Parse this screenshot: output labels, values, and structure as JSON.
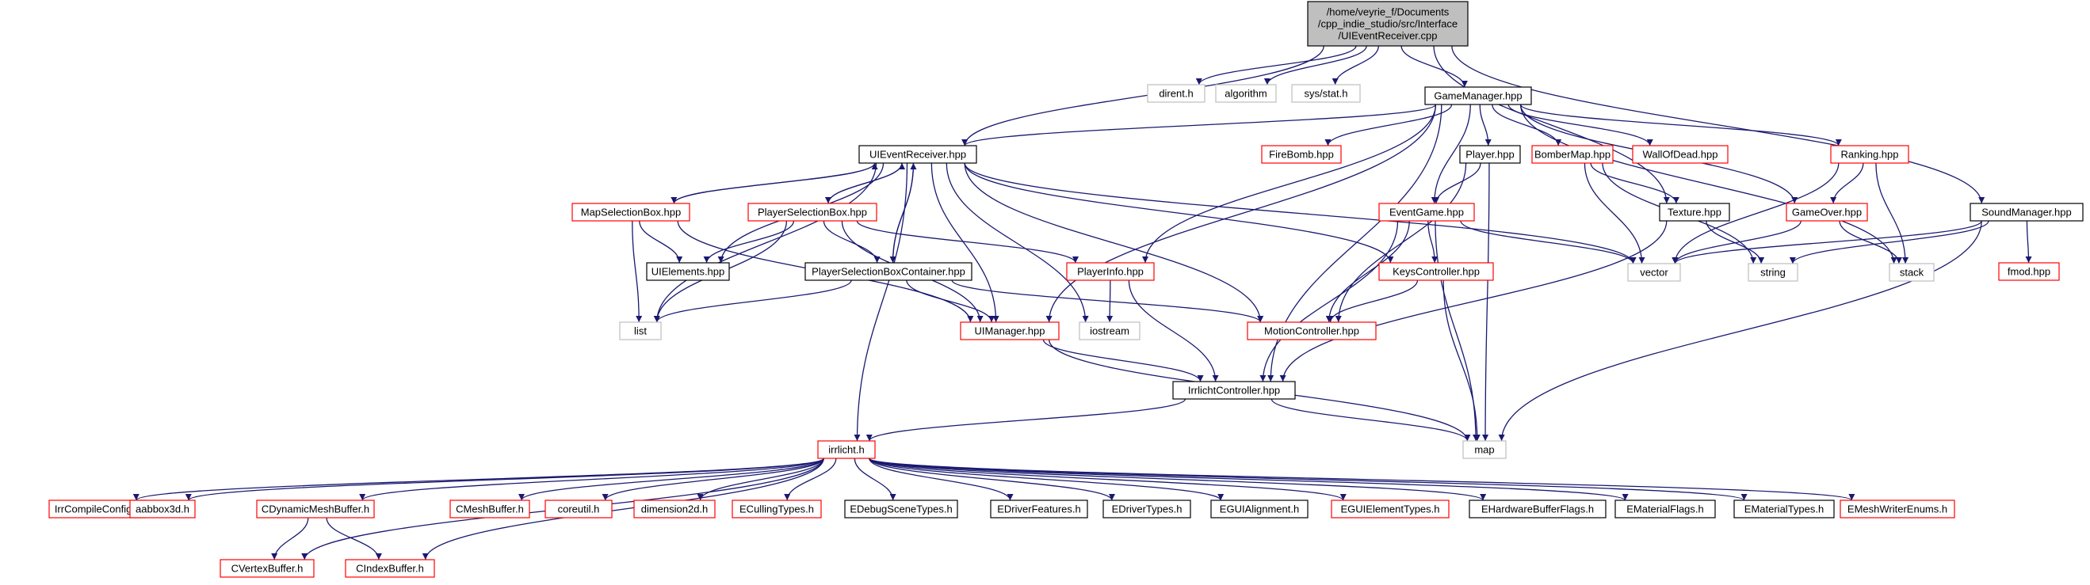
{
  "diagram": {
    "colors": {
      "edge": "#191970",
      "root_fill": "#bfbfbf",
      "node_fill": "#ffffff",
      "documented_border": "#000000",
      "undocumented_border": "#ff0000",
      "external_border": "#bfbfbf",
      "external_text": "#555555"
    },
    "nodes": [
      {
        "id": "root",
        "lines": [
          "/home/veyrie_f/Documents",
          "/cpp_indie_studio/src/Interface",
          "/UIEventReceiver.cpp"
        ],
        "kind": "root"
      },
      {
        "id": "dirent",
        "lines": [
          "dirent.h"
        ],
        "kind": "external"
      },
      {
        "id": "algorithm",
        "lines": [
          "algorithm"
        ],
        "kind": "external"
      },
      {
        "id": "sysstat",
        "lines": [
          "sys/stat.h"
        ],
        "kind": "external"
      },
      {
        "id": "gamemanager",
        "lines": [
          "GameManager.hpp"
        ],
        "kind": "documented"
      },
      {
        "id": "soundmanager",
        "lines": [
          "SoundManager.hpp"
        ],
        "kind": "documented"
      },
      {
        "id": "uieventreceiver",
        "lines": [
          "UIEventReceiver.hpp"
        ],
        "kind": "documented"
      },
      {
        "id": "firebomb",
        "lines": [
          "FireBomb.hpp"
        ],
        "kind": "undocumented"
      },
      {
        "id": "player",
        "lines": [
          "Player.hpp"
        ],
        "kind": "documented"
      },
      {
        "id": "bombermap",
        "lines": [
          "BomberMap.hpp"
        ],
        "kind": "undocumented"
      },
      {
        "id": "wallofdead",
        "lines": [
          "WallOfDead.hpp"
        ],
        "kind": "undocumented"
      },
      {
        "id": "ranking",
        "lines": [
          "Ranking.hpp"
        ],
        "kind": "undocumented"
      },
      {
        "id": "mapselectionbox",
        "lines": [
          "MapSelectionBox.hpp"
        ],
        "kind": "undocumented"
      },
      {
        "id": "playerselectionbox",
        "lines": [
          "PlayerSelectionBox.hpp"
        ],
        "kind": "undocumented"
      },
      {
        "id": "eventgame",
        "lines": [
          "EventGame.hpp"
        ],
        "kind": "undocumented"
      },
      {
        "id": "texture",
        "lines": [
          "Texture.hpp"
        ],
        "kind": "documented"
      },
      {
        "id": "gameover",
        "lines": [
          "GameOver.hpp"
        ],
        "kind": "undocumented"
      },
      {
        "id": "uielements",
        "lines": [
          "UIElements.hpp"
        ],
        "kind": "documented"
      },
      {
        "id": "psbcontainer",
        "lines": [
          "PlayerSelectionBoxContainer.hpp"
        ],
        "kind": "documented"
      },
      {
        "id": "playerinfo",
        "lines": [
          "PlayerInfo.hpp"
        ],
        "kind": "undocumented"
      },
      {
        "id": "keyscontroller",
        "lines": [
          "KeysController.hpp"
        ],
        "kind": "undocumented"
      },
      {
        "id": "vector",
        "lines": [
          "vector"
        ],
        "kind": "external"
      },
      {
        "id": "string",
        "lines": [
          "string"
        ],
        "kind": "external"
      },
      {
        "id": "stack",
        "lines": [
          "stack"
        ],
        "kind": "external"
      },
      {
        "id": "fmod",
        "lines": [
          "fmod.hpp"
        ],
        "kind": "undocumented"
      },
      {
        "id": "list",
        "lines": [
          "list"
        ],
        "kind": "external"
      },
      {
        "id": "iostream",
        "lines": [
          "iostream"
        ],
        "kind": "external"
      },
      {
        "id": "uimanager",
        "lines": [
          "UIManager.hpp"
        ],
        "kind": "undocumented"
      },
      {
        "id": "motioncontroller",
        "lines": [
          "MotionController.hpp"
        ],
        "kind": "undocumented"
      },
      {
        "id": "irrlichtcontroller",
        "lines": [
          "IrrlichtController.hpp"
        ],
        "kind": "documented"
      },
      {
        "id": "map",
        "lines": [
          "map"
        ],
        "kind": "external"
      },
      {
        "id": "irrlicht",
        "lines": [
          "irrlicht.h"
        ],
        "kind": "undocumented"
      },
      {
        "id": "irrcompileconfig",
        "lines": [
          "IrrCompileConfig.h"
        ],
        "kind": "undocumented"
      },
      {
        "id": "aabbox3d",
        "lines": [
          "aabbox3d.h"
        ],
        "kind": "undocumented"
      },
      {
        "id": "cdynamicmeshbuffer",
        "lines": [
          "CDynamicMeshBuffer.h"
        ],
        "kind": "undocumented"
      },
      {
        "id": "cmeshbuffer",
        "lines": [
          "CMeshBuffer.h"
        ],
        "kind": "undocumented"
      },
      {
        "id": "coreutil",
        "lines": [
          "coreutil.h"
        ],
        "kind": "undocumented"
      },
      {
        "id": "dimension2d",
        "lines": [
          "dimension2d.h"
        ],
        "kind": "undocumented"
      },
      {
        "id": "ecullingtypes",
        "lines": [
          "ECullingTypes.h"
        ],
        "kind": "undocumented"
      },
      {
        "id": "edebugscenetypes",
        "lines": [
          "EDebugSceneTypes.h"
        ],
        "kind": "documented"
      },
      {
        "id": "edriverfeatures",
        "lines": [
          "EDriverFeatures.h"
        ],
        "kind": "documented"
      },
      {
        "id": "edrivertypes",
        "lines": [
          "EDriverTypes.h"
        ],
        "kind": "documented"
      },
      {
        "id": "eguialignment",
        "lines": [
          "EGUIAlignment.h"
        ],
        "kind": "documented"
      },
      {
        "id": "eguielementtypes",
        "lines": [
          "EGUIElementTypes.h"
        ],
        "kind": "undocumented"
      },
      {
        "id": "ehardwarebufferflags",
        "lines": [
          "EHardwareBufferFlags.h"
        ],
        "kind": "documented"
      },
      {
        "id": "ematerialflags",
        "lines": [
          "EMaterialFlags.h"
        ],
        "kind": "documented"
      },
      {
        "id": "ematerialtypes",
        "lines": [
          "EMaterialTypes.h"
        ],
        "kind": "documented"
      },
      {
        "id": "emeshwriterenums",
        "lines": [
          "EMeshWriterEnums.h"
        ],
        "kind": "undocumented"
      },
      {
        "id": "cvertexbuffer",
        "lines": [
          "CVertexBuffer.h"
        ],
        "kind": "undocumented"
      },
      {
        "id": "cindexbuffer",
        "lines": [
          "CIndexBuffer.h"
        ],
        "kind": "undocumented"
      }
    ],
    "edges": [
      [
        "root",
        "dirent"
      ],
      [
        "root",
        "algorithm"
      ],
      [
        "root",
        "sysstat"
      ],
      [
        "root",
        "gamemanager"
      ],
      [
        "root",
        "uieventreceiver"
      ],
      [
        "root",
        "texture"
      ],
      [
        "root",
        "soundmanager"
      ],
      [
        "gamemanager",
        "uieventreceiver"
      ],
      [
        "gamemanager",
        "firebomb"
      ],
      [
        "gamemanager",
        "player"
      ],
      [
        "gamemanager",
        "bombermap"
      ],
      [
        "gamemanager",
        "wallofdead"
      ],
      [
        "gamemanager",
        "ranking"
      ],
      [
        "gamemanager",
        "eventgame"
      ],
      [
        "gamemanager",
        "gameover"
      ],
      [
        "gamemanager",
        "playerinfo"
      ],
      [
        "gamemanager",
        "uimanager"
      ],
      [
        "gamemanager",
        "irrlichtcontroller"
      ],
      [
        "gamemanager",
        "stack"
      ],
      [
        "uieventreceiver",
        "mapselectionbox"
      ],
      [
        "uieventreceiver",
        "playerselectionbox"
      ],
      [
        "uieventreceiver",
        "uielements"
      ],
      [
        "uieventreceiver",
        "psbcontainer"
      ],
      [
        "uieventreceiver",
        "uimanager"
      ],
      [
        "uieventreceiver",
        "list"
      ],
      [
        "uieventreceiver",
        "iostream"
      ],
      [
        "uieventreceiver",
        "motioncontroller"
      ],
      [
        "uieventreceiver",
        "keyscontroller"
      ],
      [
        "uieventreceiver",
        "vector"
      ],
      [
        "uieventreceiver",
        "irrlicht"
      ],
      [
        "mapselectionbox",
        "uieventreceiver"
      ],
      [
        "mapselectionbox",
        "uielements"
      ],
      [
        "mapselectionbox",
        "list"
      ],
      [
        "mapselectionbox",
        "uimanager"
      ],
      [
        "playerselectionbox",
        "uieventreceiver"
      ],
      [
        "playerselectionbox",
        "uielements"
      ],
      [
        "playerselectionbox",
        "psbcontainer"
      ],
      [
        "playerselectionbox",
        "playerinfo"
      ],
      [
        "playerselectionbox",
        "list"
      ],
      [
        "playerselectionbox",
        "uimanager"
      ],
      [
        "psbcontainer",
        "uieventreceiver"
      ],
      [
        "psbcontainer",
        "list"
      ],
      [
        "psbcontainer",
        "uimanager"
      ],
      [
        "psbcontainer",
        "motioncontroller"
      ],
      [
        "player",
        "eventgame"
      ],
      [
        "player",
        "motioncontroller"
      ],
      [
        "player",
        "map"
      ],
      [
        "eventgame",
        "keyscontroller"
      ],
      [
        "eventgame",
        "motioncontroller"
      ],
      [
        "eventgame",
        "vector"
      ],
      [
        "eventgame",
        "map"
      ],
      [
        "eventgame",
        "irrlichtcontroller"
      ],
      [
        "bombermap",
        "texture"
      ],
      [
        "bombermap",
        "vector"
      ],
      [
        "bombermap",
        "string"
      ],
      [
        "texture",
        "string"
      ],
      [
        "texture",
        "irrlichtcontroller"
      ],
      [
        "ranking",
        "gameover"
      ],
      [
        "ranking",
        "vector"
      ],
      [
        "ranking",
        "stack"
      ],
      [
        "gameover",
        "vector"
      ],
      [
        "gameover",
        "stack"
      ],
      [
        "soundmanager",
        "vector"
      ],
      [
        "soundmanager",
        "string"
      ],
      [
        "soundmanager",
        "fmod"
      ],
      [
        "soundmanager",
        "map"
      ],
      [
        "playerinfo",
        "iostream"
      ],
      [
        "playerinfo",
        "irrlichtcontroller"
      ],
      [
        "keyscontroller",
        "motioncontroller"
      ],
      [
        "keyscontroller",
        "map"
      ],
      [
        "uimanager",
        "irrlichtcontroller"
      ],
      [
        "uimanager",
        "map"
      ],
      [
        "irrlichtcontroller",
        "irrlicht"
      ],
      [
        "irrlichtcontroller",
        "map"
      ],
      [
        "irrlicht",
        "irrcompileconfig"
      ],
      [
        "irrlicht",
        "aabbox3d"
      ],
      [
        "irrlicht",
        "cdynamicmeshbuffer"
      ],
      [
        "irrlicht",
        "cmeshbuffer"
      ],
      [
        "irrlicht",
        "coreutil"
      ],
      [
        "irrlicht",
        "dimension2d"
      ],
      [
        "irrlicht",
        "ecullingtypes"
      ],
      [
        "irrlicht",
        "edebugscenetypes"
      ],
      [
        "irrlicht",
        "edriverfeatures"
      ],
      [
        "irrlicht",
        "edrivertypes"
      ],
      [
        "irrlicht",
        "eguialignment"
      ],
      [
        "irrlicht",
        "eguielementtypes"
      ],
      [
        "irrlicht",
        "ehardwarebufferflags"
      ],
      [
        "irrlicht",
        "ematerialflags"
      ],
      [
        "irrlicht",
        "ematerialtypes"
      ],
      [
        "irrlicht",
        "emeshwriterenums"
      ],
      [
        "irrlicht",
        "cvertexbuffer"
      ],
      [
        "irrlicht",
        "cindexbuffer"
      ],
      [
        "cdynamicmeshbuffer",
        "cvertexbuffer"
      ],
      [
        "cdynamicmeshbuffer",
        "cindexbuffer"
      ]
    ]
  }
}
